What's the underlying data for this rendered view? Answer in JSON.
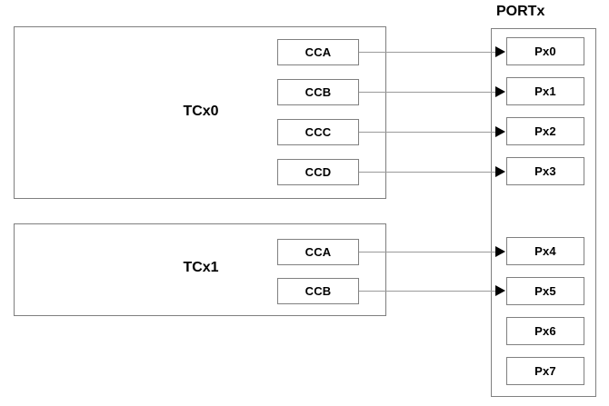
{
  "diagram": {
    "title_port": "PORTx",
    "modules": [
      {
        "name": "tcx0",
        "label": "TCx0",
        "channels": [
          {
            "label": "CCA"
          },
          {
            "label": "CCB"
          },
          {
            "label": "CCC"
          },
          {
            "label": "CCD"
          }
        ]
      },
      {
        "name": "tcx1",
        "label": "TCx1",
        "channels": [
          {
            "label": "CCA"
          },
          {
            "label": "CCB"
          }
        ]
      }
    ],
    "port_pins": [
      {
        "label": "Px0"
      },
      {
        "label": "Px1"
      },
      {
        "label": "Px2"
      },
      {
        "label": "Px3"
      },
      {
        "label": "Px4"
      },
      {
        "label": "Px5"
      },
      {
        "label": "Px6"
      },
      {
        "label": "Px7"
      }
    ],
    "connections": [
      {
        "from": "TCx0.CCA",
        "to": "Px0"
      },
      {
        "from": "TCx0.CCB",
        "to": "Px1"
      },
      {
        "from": "TCx0.CCC",
        "to": "Px2"
      },
      {
        "from": "TCx0.CCD",
        "to": "Px3"
      },
      {
        "from": "TCx1.CCA",
        "to": "Px4"
      },
      {
        "from": "TCx1.CCB",
        "to": "Px5"
      }
    ],
    "colors": {
      "line": "#9a9a9a",
      "border": "#808080",
      "arrow": "#000000",
      "text": "#000000",
      "background": "#ffffff"
    }
  }
}
